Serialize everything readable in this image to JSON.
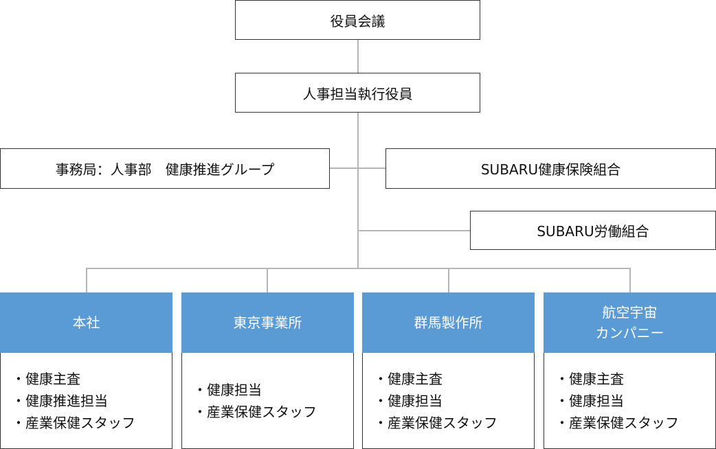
{
  "nodes": {
    "board": "役員会議",
    "hr_exec": "人事担当執行役員",
    "secretariat": "事務局：人事部　健康推進グループ",
    "insurance": "SUBARU健康保険組合",
    "union": "SUBARU労働組合"
  },
  "departments": [
    {
      "title": [
        "本社"
      ],
      "items": [
        "・健康主査",
        "・健康推進担当",
        "・産業保健スタッフ"
      ]
    },
    {
      "title": [
        "東京事業所"
      ],
      "items": [
        "・健康担当",
        "・産業保健スタッフ"
      ]
    },
    {
      "title": [
        "群馬製作所"
      ],
      "items": [
        "・健康主査",
        "・健康担当",
        "・産業保健スタッフ"
      ]
    },
    {
      "title": [
        "航空宇宙",
        "カンパニー"
      ],
      "items": [
        "・健康主査",
        "・健康担当",
        "・産業保健スタッフ"
      ]
    }
  ],
  "colors": {
    "department_header": "#5b9bd5",
    "connector": "#b5b5b5",
    "border": "#333333"
  }
}
